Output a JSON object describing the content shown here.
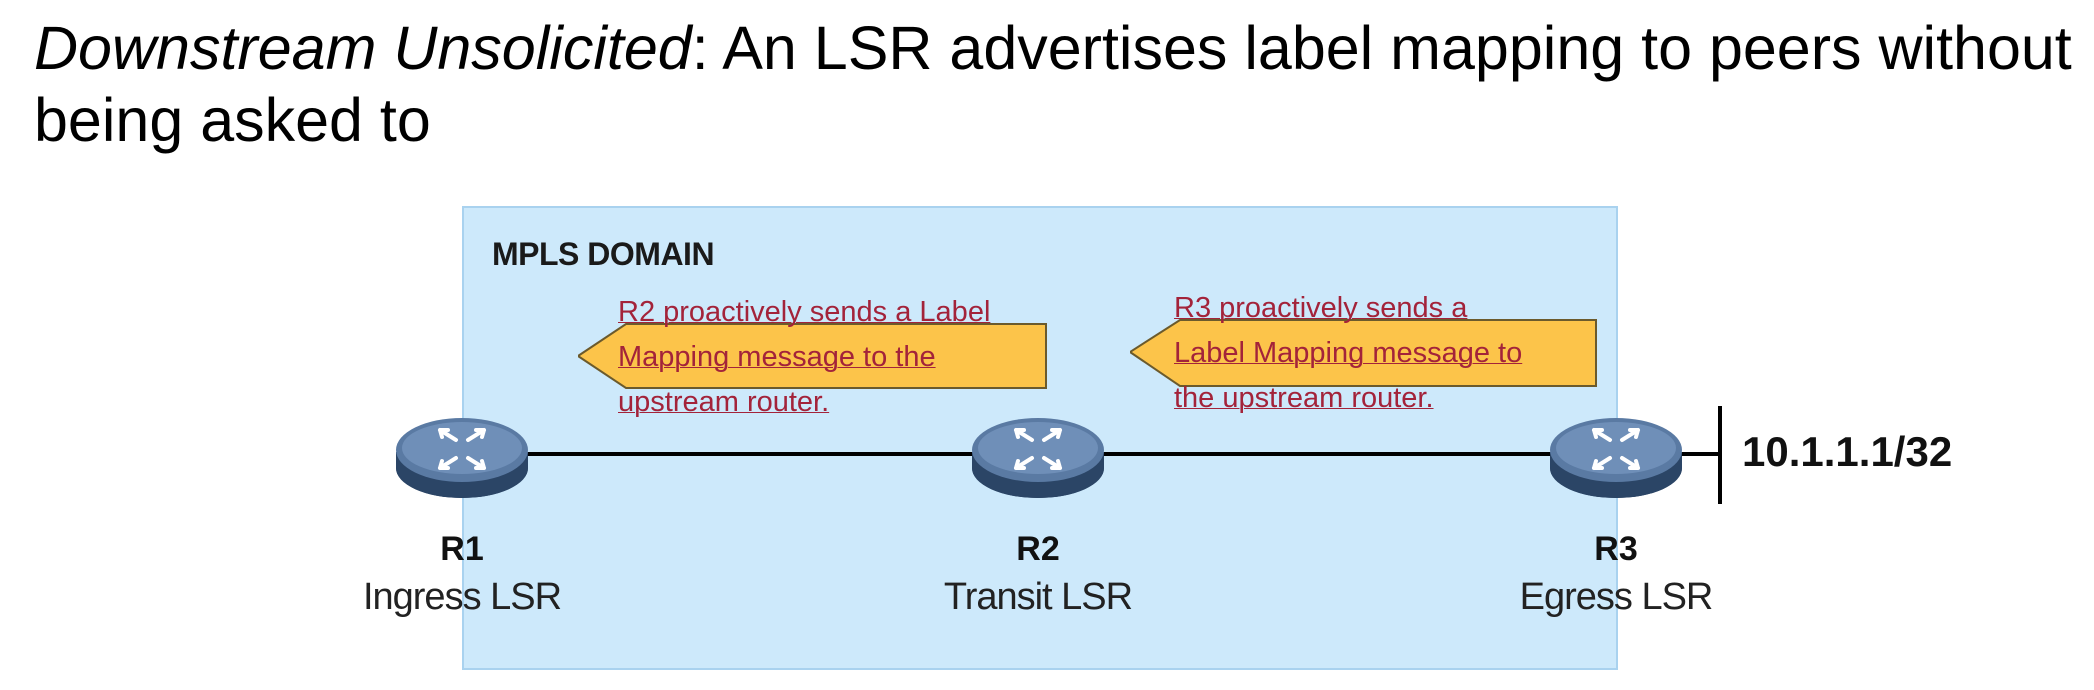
{
  "heading": {
    "term": "Downstream Unsolicited",
    "definition": ": An LSR advertises label mapping to peers without being asked to"
  },
  "diagram": {
    "domain_label": "MPLS DOMAIN",
    "prefix": "10.1.1.1/32",
    "routers": [
      {
        "name": "R1",
        "role": "Ingress LSR"
      },
      {
        "name": "R2",
        "role": "Transit LSR"
      },
      {
        "name": "R3",
        "role": "Egress LSR"
      }
    ],
    "callouts": [
      {
        "lines": [
          "R2 proactively sends a Label",
          "Mapping message to the",
          "upstream router."
        ]
      },
      {
        "lines": [
          "R3 proactively sends a",
          "Label Mapping message to",
          "the upstream router."
        ]
      }
    ],
    "colors": {
      "domain_fill": "#cde9fb",
      "callout_fill": "#fcc44a",
      "callout_text": "#a3233a",
      "router_body": "#3e5a7e"
    }
  }
}
